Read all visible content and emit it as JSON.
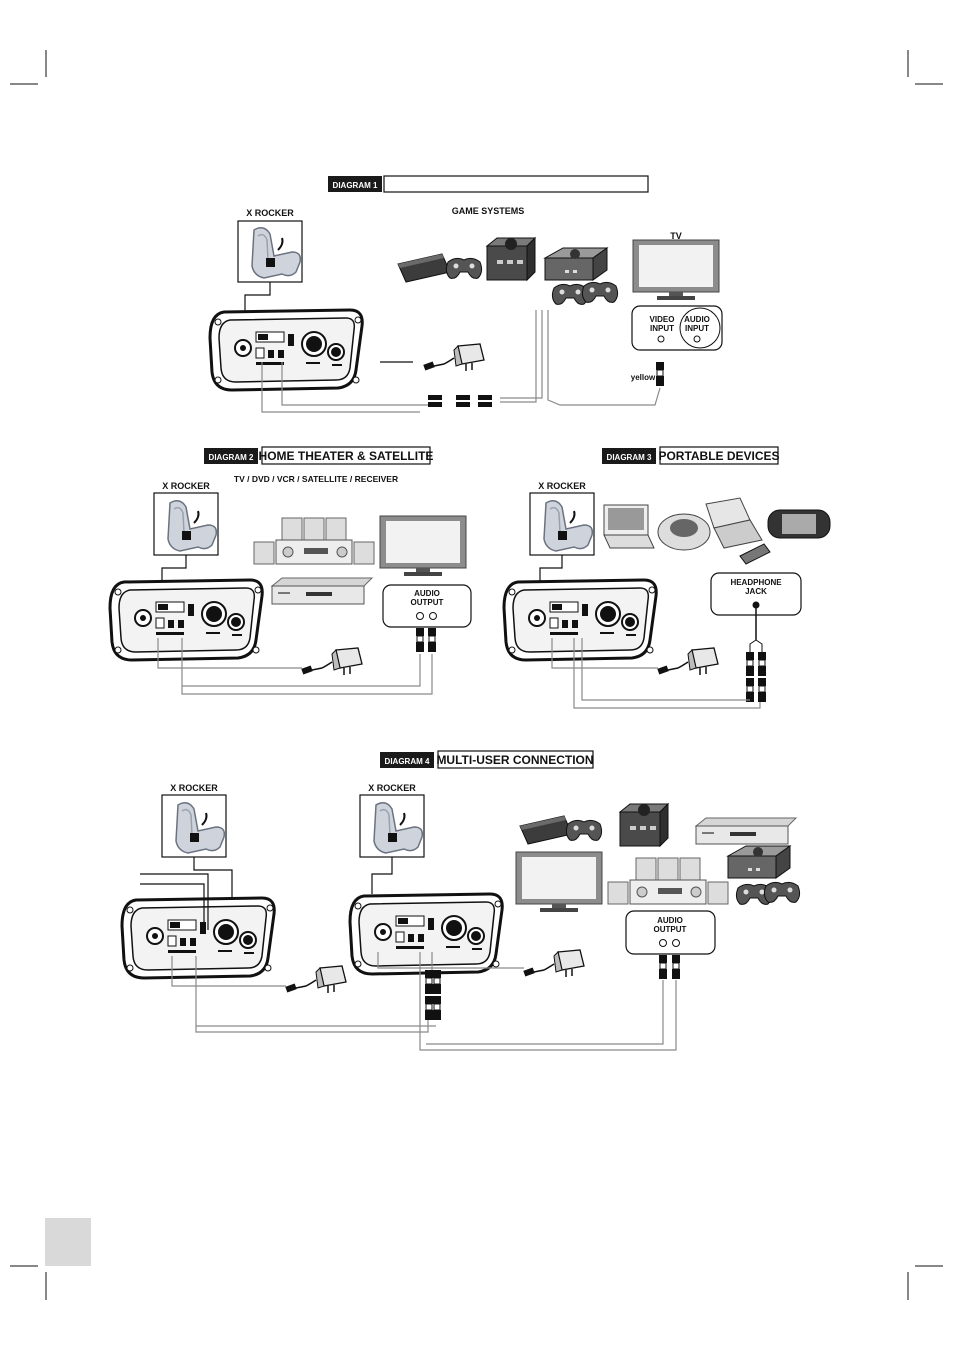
{
  "colors": {
    "ink": "#111111",
    "wire": "#8a8a8a",
    "device": "#6f6f6f",
    "screen": "#dcdcdc",
    "corner_box": "#d9d9d9"
  },
  "diagram1": {
    "tag": "DIAGRAM 1",
    "title": "",
    "x_rocker": "X ROCKER",
    "game_systems": "GAME SYSTEMS",
    "tv": "TV",
    "video_input": [
      "VIDEO",
      "INPUT"
    ],
    "audio_input": [
      "AUDIO",
      "INPUT"
    ],
    "yellow": "yellow"
  },
  "diagram2": {
    "tag": "DIAGRAM 2",
    "title": "HOME THEATER & SATELLITE",
    "x_rocker": "X ROCKER",
    "sources": "TV / DVD / VCR / SATELLITE / RECEIVER",
    "audio_output": [
      "AUDIO",
      "OUTPUT"
    ]
  },
  "diagram3": {
    "tag": "DIAGRAM 3",
    "title": "PORTABLE DEVICES",
    "x_rocker": "X ROCKER",
    "headphone_jack": [
      "HEADPHONE",
      "JACK"
    ]
  },
  "diagram4": {
    "tag": "DIAGRAM 4",
    "title": "MULTI-USER CONNECTION",
    "x_rocker_1": "X ROCKER",
    "x_rocker_2": "X ROCKER",
    "audio_output": [
      "AUDIO",
      "OUTPUT"
    ]
  }
}
